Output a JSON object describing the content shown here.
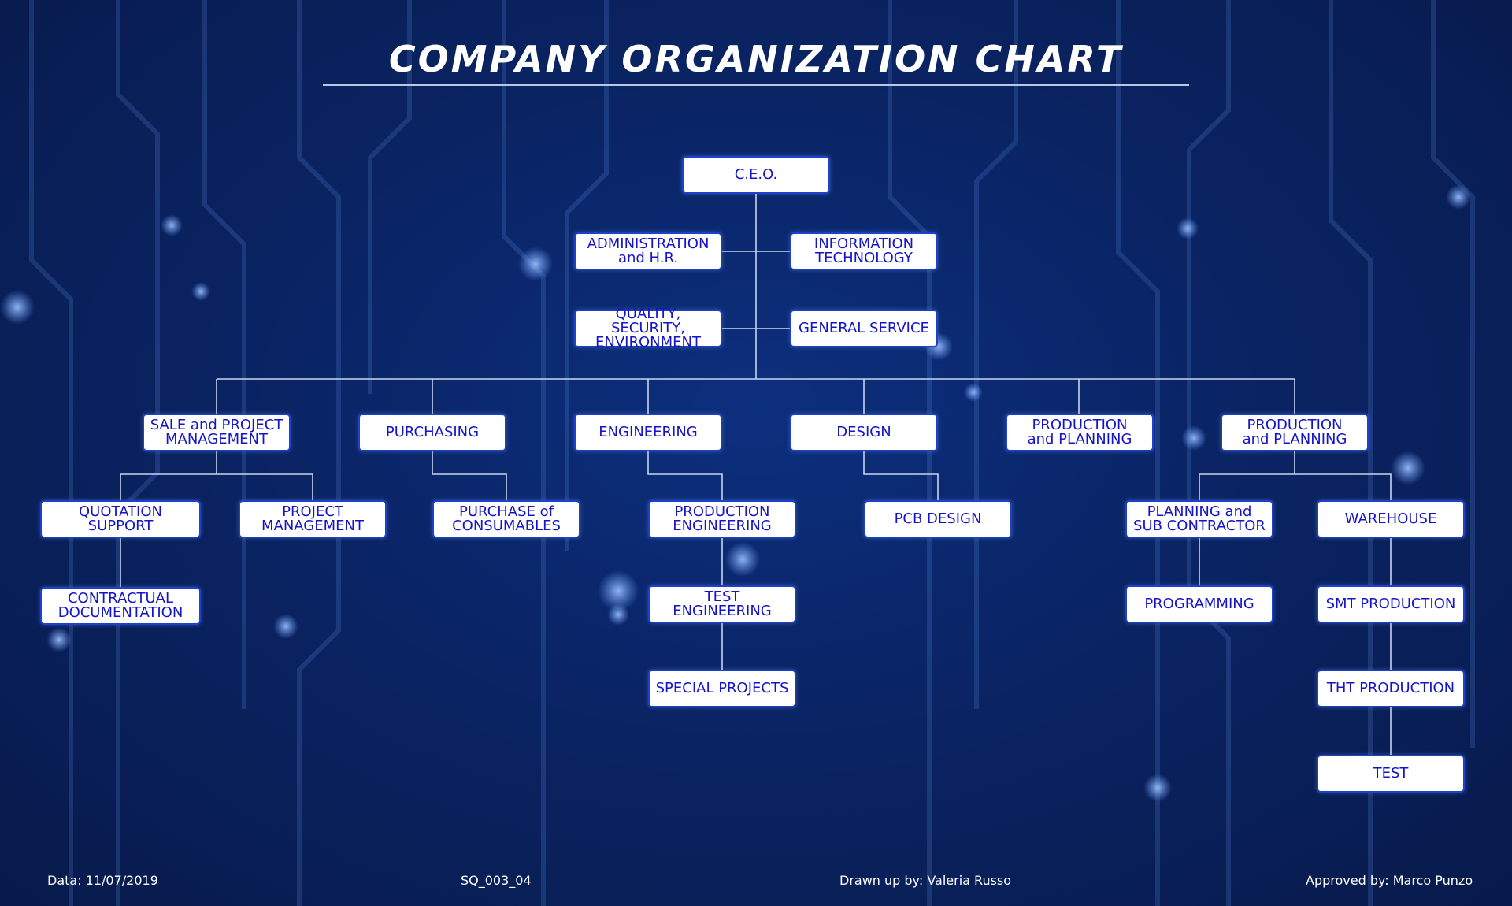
{
  "title": "COMPANY ORGANIZATION CHART",
  "colors": {
    "box_border": "#1f3fd0",
    "box_text": "#1414c8",
    "line": "#c9d4ee"
  },
  "nodes": {
    "ceo": "C.E.O.",
    "admin_hr": "ADMINISTRATION\nand H.R.",
    "it": "INFORMATION\nTECHNOLOGY",
    "qse": "QUALITY, SECURITY,\nENVIRONMENT",
    "general_service": "GENERAL SERVICE",
    "sale_pm": "SALE and PROJECT\nMANAGEMENT",
    "purchasing": "PURCHASING",
    "engineering": "ENGINEERING",
    "design": "DESIGN",
    "production_planning_1": "PRODUCTION\nand PLANNING",
    "production_planning_2": "PRODUCTION\nand PLANNING",
    "quotation_support": "QUOTATION SUPPORT",
    "project_management": "PROJECT\nMANAGEMENT",
    "contractual_documentation": "CONTRACTUAL\nDOCUMENTATION",
    "purchase_consumables": "PURCHASE of\nCONSUMABLES",
    "production_engineering": "PRODUCTION\nENGINEERING",
    "test_engineering": "TEST ENGINEERING",
    "special_projects": "SPECIAL PROJECTS",
    "pcb_design": "PCB DESIGN",
    "planning_subcontractor": "PLANNING and\nSUB CONTRACTOR",
    "programming": "PROGRAMMING",
    "warehouse": "WAREHOUSE",
    "smt_production": "SMT PRODUCTION",
    "tht_production": "THT PRODUCTION",
    "test": "TEST"
  },
  "footer": {
    "date": "Data: 11/07/2019",
    "code": "SQ_003_04",
    "drawn_by": "Drawn up by: Valeria Russo",
    "approved_by": "Approved by: Marco Punzo"
  }
}
